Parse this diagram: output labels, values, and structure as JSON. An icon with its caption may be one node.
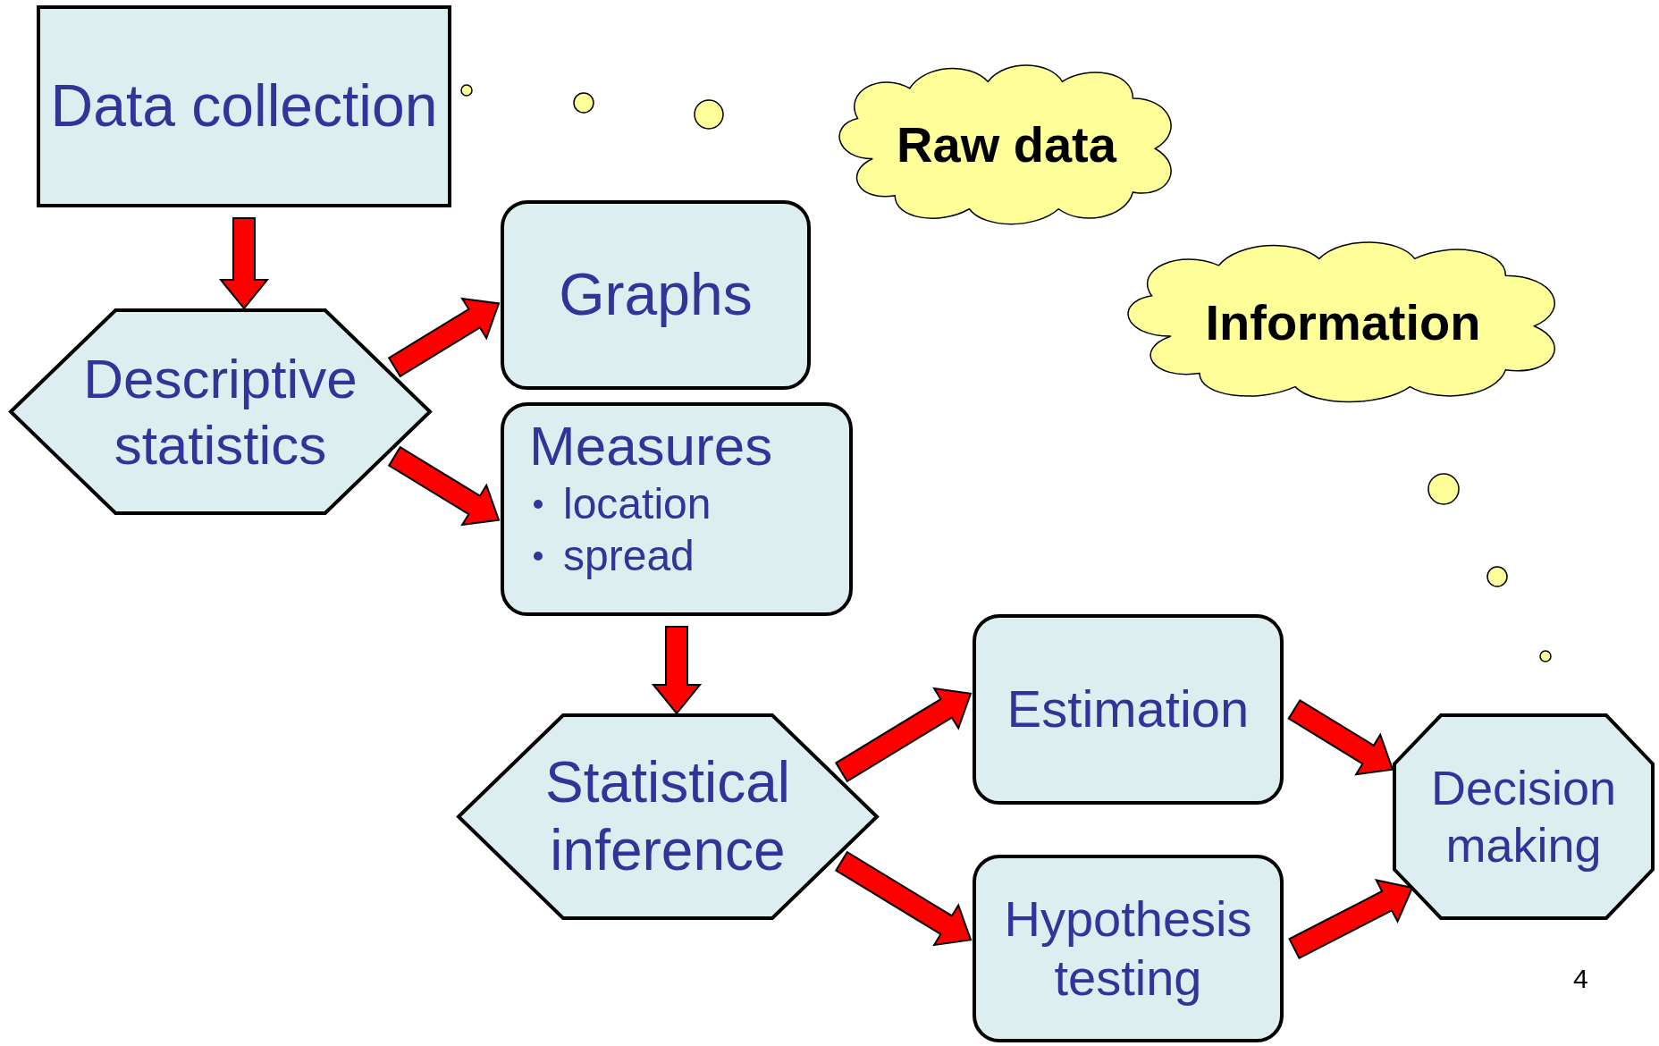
{
  "diagram": {
    "nodes": [
      {
        "text": [
          "Data collection"
        ]
      },
      {
        "text": [
          "Descriptive statistics"
        ]
      },
      {
        "text": [
          "Graphs"
        ]
      },
      {
        "text": [
          "Measures",
          "location",
          "spread"
        ]
      },
      {
        "text": [
          "Statistical inference"
        ]
      },
      {
        "text": [
          "Estimation"
        ]
      },
      {
        "text": [
          "Hypothesis testing"
        ]
      },
      {
        "text": [
          "Decision making"
        ]
      },
      {
        "text": [
          "Raw data"
        ]
      },
      {
        "text": [
          "Information"
        ]
      }
    ],
    "edges": [
      {
        "from": 0,
        "to": 1,
        "arrow": "to"
      },
      {
        "from": 1,
        "to": 2,
        "arrow": "to"
      },
      {
        "from": 1,
        "to": 3,
        "arrow": "to"
      },
      {
        "from": 3,
        "to": 4,
        "arrow": "to"
      },
      {
        "from": 4,
        "to": 5,
        "arrow": "to"
      },
      {
        "from": 4,
        "to": 6,
        "arrow": "to"
      },
      {
        "from": 5,
        "to": 7,
        "arrow": "to"
      },
      {
        "from": 6,
        "to": 7,
        "arrow": "to"
      }
    ],
    "labels": [
      "4"
    ]
  }
}
